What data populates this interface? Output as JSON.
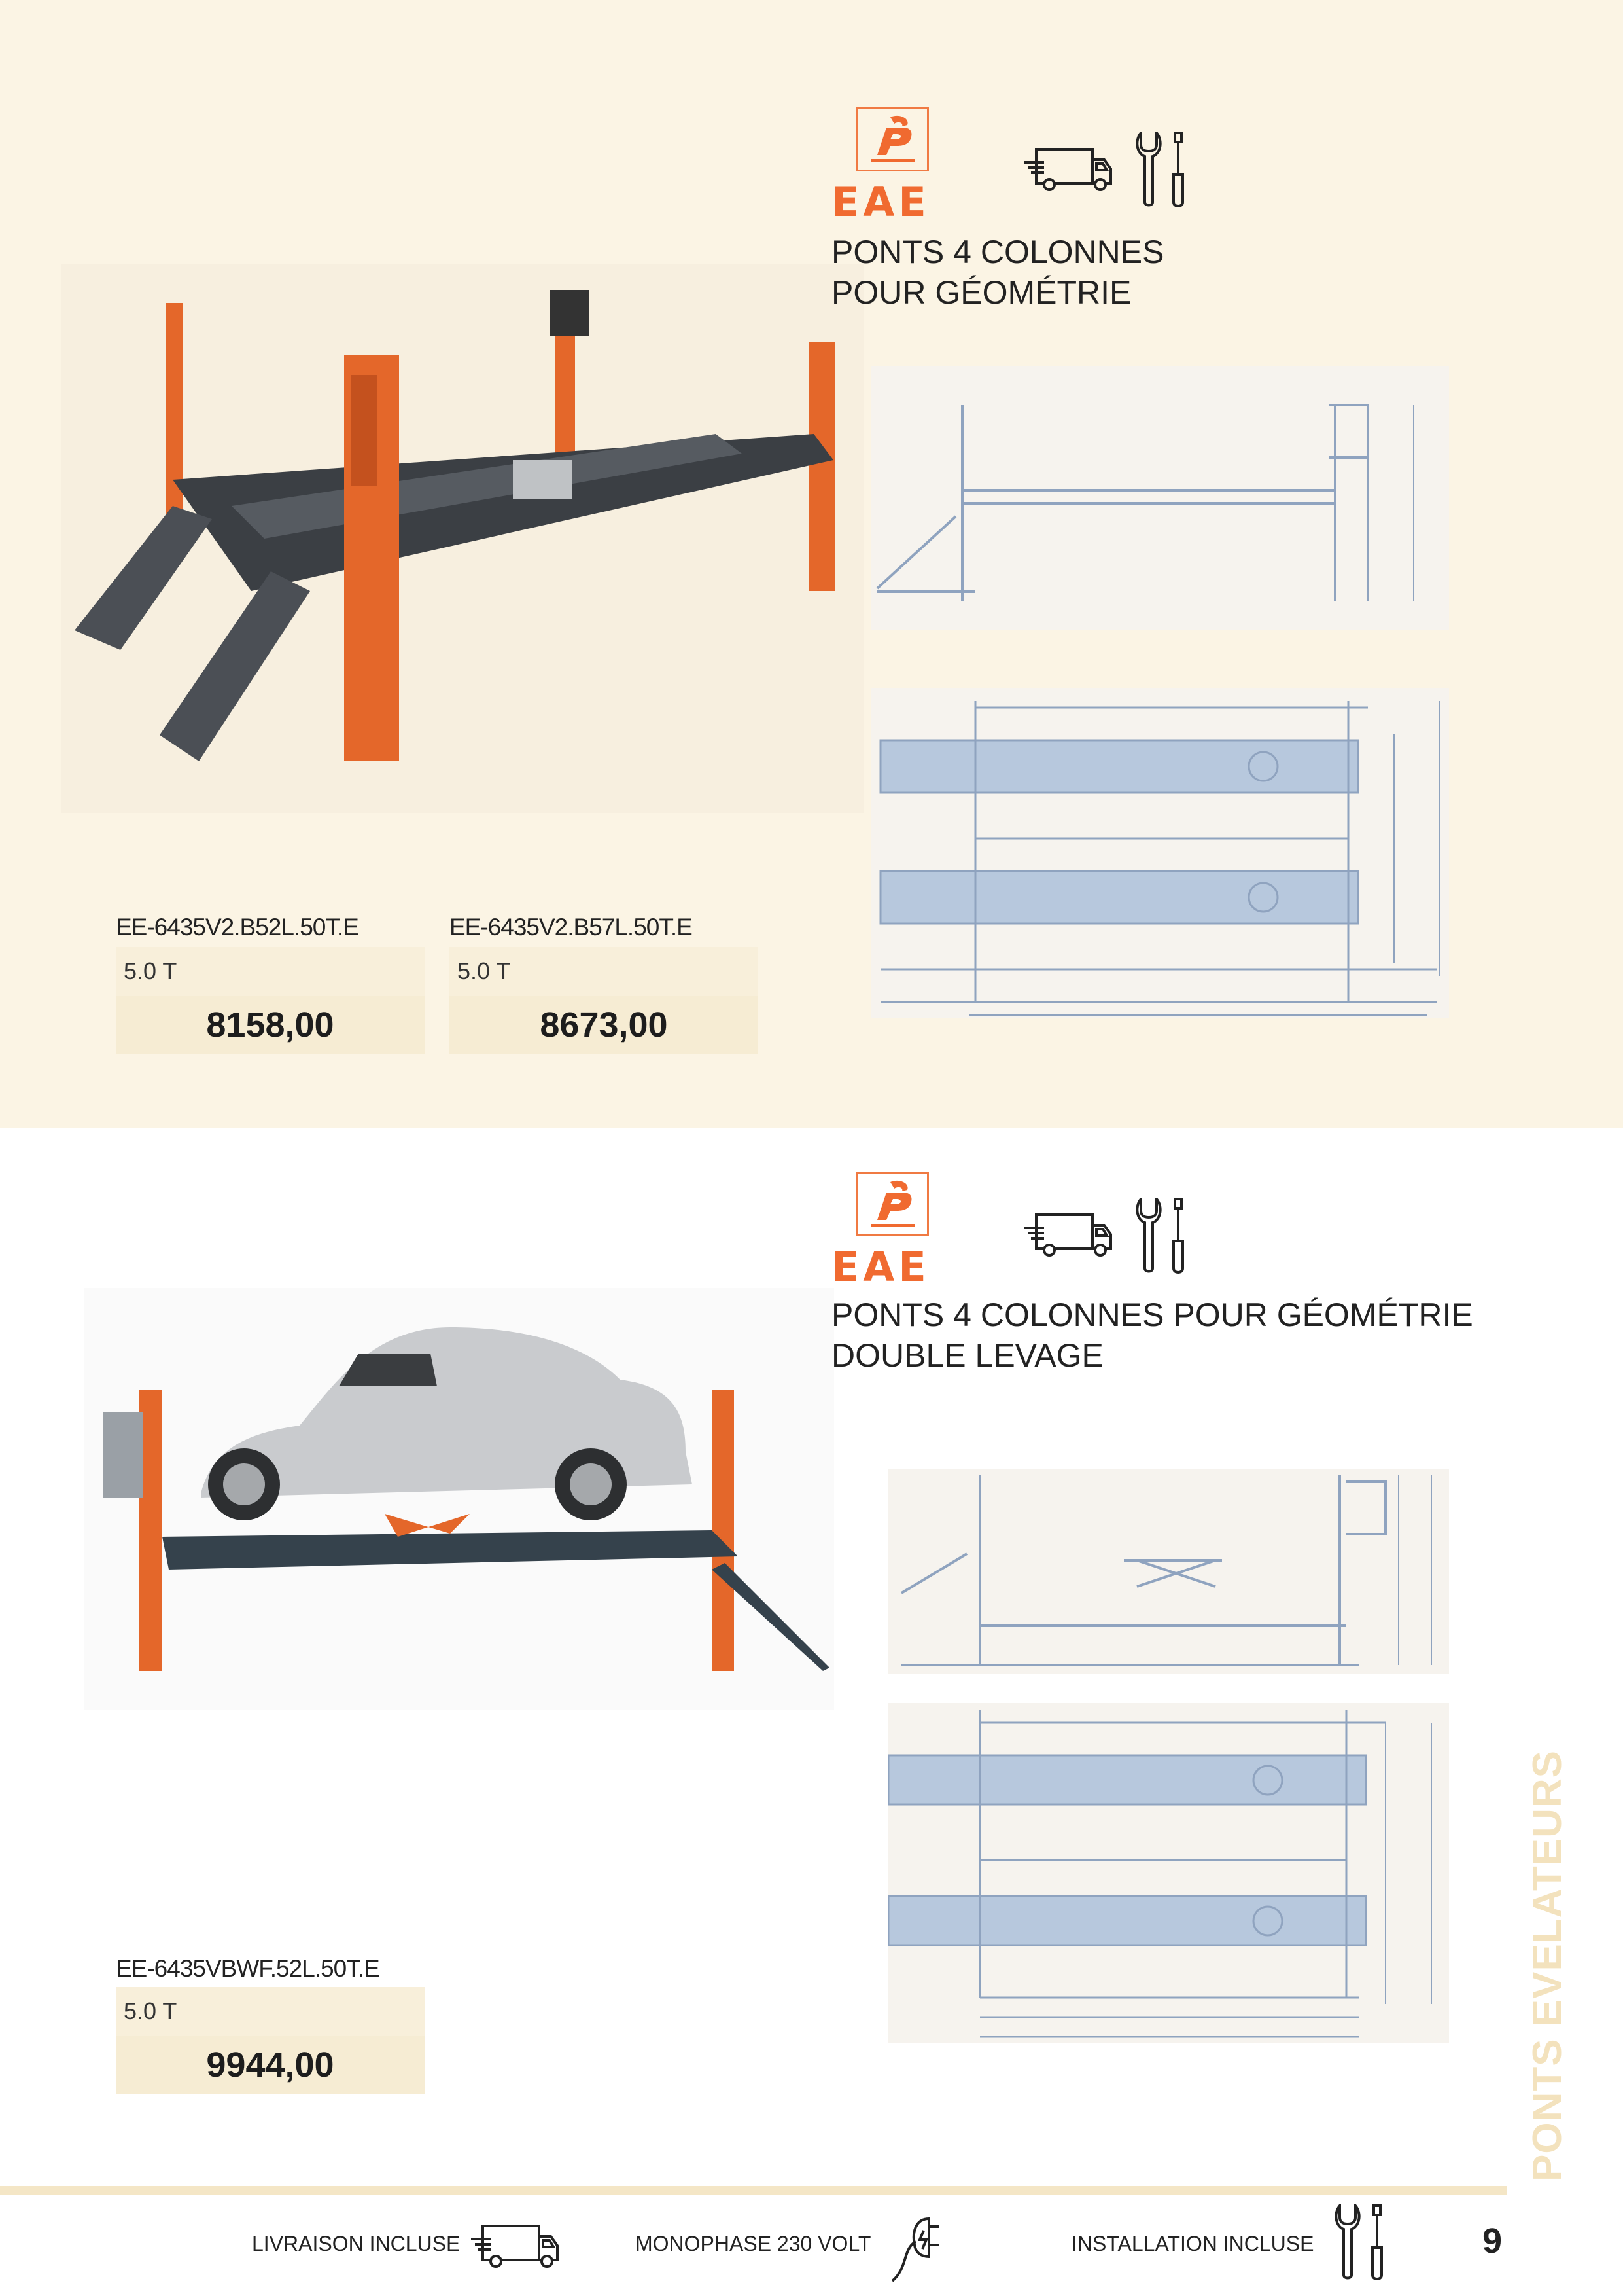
{
  "brand": {
    "name": "EAE",
    "accent": "#f06a30"
  },
  "products": [
    {
      "title_lines": [
        "PONTS 4 COLONNES",
        "POUR GÉOMÉTRIE"
      ],
      "icons": [
        "delivery-truck-icon",
        "wrench-screwdriver-icon"
      ],
      "variants": [
        {
          "code": "EE-6435V2.B52L.50T.E",
          "capacity": "5.0 T",
          "price": "8158,00"
        },
        {
          "code": "EE-6435V2.B57L.50T.E",
          "capacity": "5.0 T",
          "price": "8673,00"
        }
      ]
    },
    {
      "title_lines": [
        "PONTS 4 COLONNES POUR GÉOMÉTRIE",
        "DOUBLE LEVAGE"
      ],
      "icons": [
        "delivery-truck-icon",
        "wrench-screwdriver-icon"
      ],
      "variants": [
        {
          "code": "EE-6435VBWF.52L.50T.E",
          "capacity": "5.0 T",
          "price": "9944,00"
        }
      ]
    }
  ],
  "footer": {
    "delivery": "LIVRAISON INCLUSE",
    "power": "MONOPHASE 230 VOLT",
    "installation": "INSTALLATION INCLUSE",
    "page_number": "9"
  },
  "side_label": "PONTS EVELATEURS"
}
